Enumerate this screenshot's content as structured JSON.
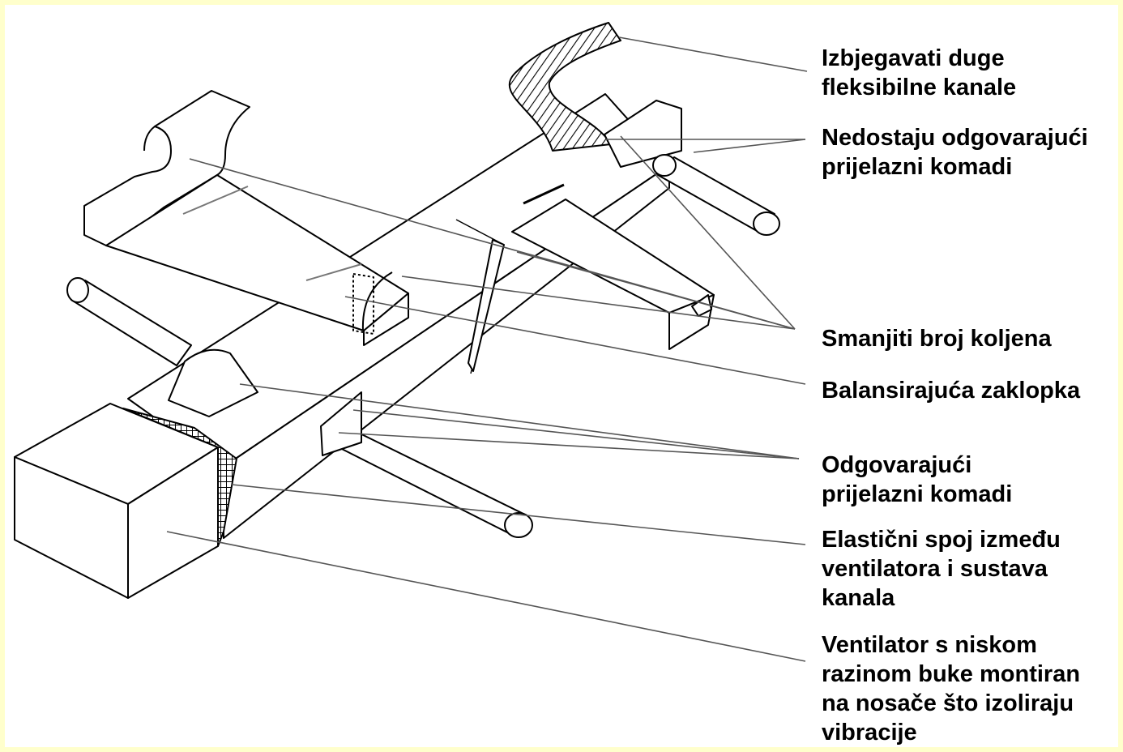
{
  "labels": {
    "flex_duct": [
      "Izbjegavati duge",
      "fleksibilne  kanale"
    ],
    "missing_transitions": [
      "Nedostaju odgovarajući",
      "prijelazni komadi"
    ],
    "reduce_elbows": [
      "Smanjiti broj koljena"
    ],
    "balancing_damper": [
      "Balansirajuća zaklopka"
    ],
    "proper_transitions": [
      "Odgovarajući",
      "prijelazni komadi"
    ],
    "flexible_connection": [
      "Elastični spoj između",
      "ventilatora i sustava",
      "kanala"
    ],
    "quiet_fan": [
      "Ventilator s niskom",
      "razinom buke montiran",
      "na nosače što izoliraju",
      "vibracije"
    ]
  },
  "colors": {
    "background": "#ffffcc",
    "canvas": "#ffffff",
    "ink": "#000000",
    "leader": "#555555"
  }
}
